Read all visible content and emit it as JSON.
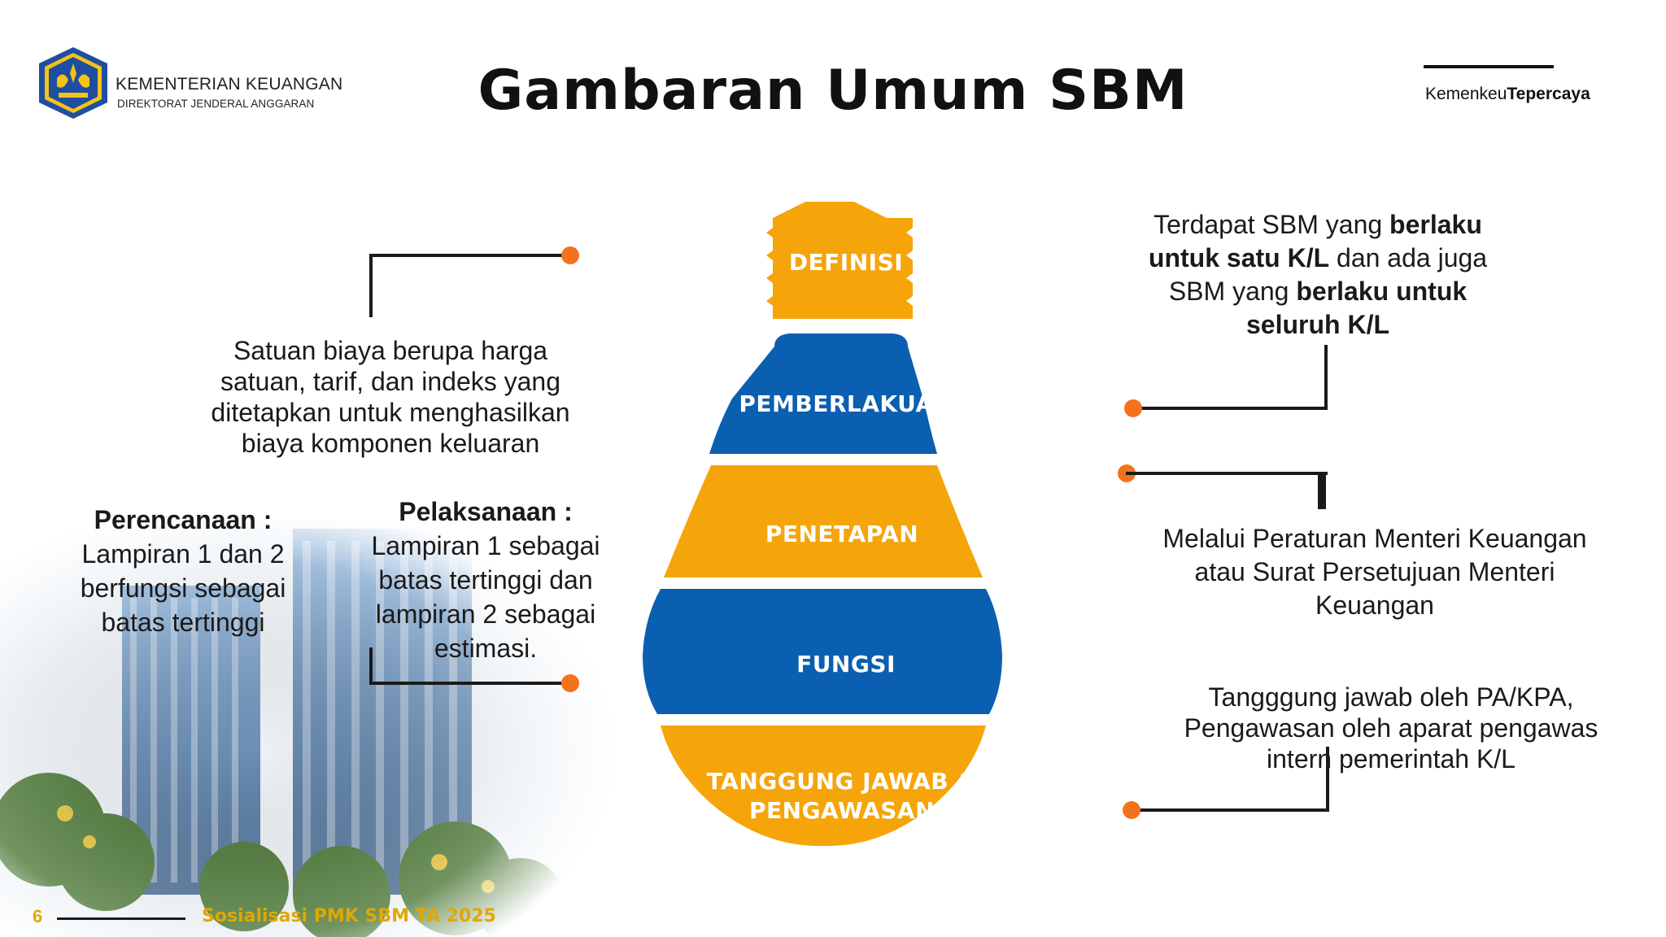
{
  "header": {
    "org_name": "KEMENTERIAN KEUANGAN",
    "org_sub": "DIREKTORAT JENDERAL ANGGARAN",
    "title": "Gambaran Umum SBM",
    "tagline_prefix": "Kemenkeu",
    "tagline_bold": "Tepercaya"
  },
  "colors": {
    "orange": "#f5a50a",
    "blue": "#0a5fb0",
    "dot": "#f4721c"
  },
  "bulb": {
    "segments": [
      {
        "label": "DEFINISI",
        "color": "orange"
      },
      {
        "label": "PEMBERLAKUAN",
        "color": "blue"
      },
      {
        "label": "PENETAPAN",
        "color": "orange"
      },
      {
        "label": "FUNGSI",
        "color": "blue"
      },
      {
        "label_line1": "TANGGUNG JAWAB &",
        "label_line2": "PENGAWASAN",
        "color": "orange"
      }
    ]
  },
  "definisi_text": {
    "line1": "Satuan biaya berupa harga",
    "line2": "satuan, tarif, dan indeks yang",
    "line3": "ditetapkan untuk menghasilkan",
    "line4": "biaya komponen keluaran"
  },
  "fungsi": {
    "perencanaan": {
      "heading": "Perencanaan :",
      "line1": "Lampiran 1 dan 2",
      "line2": "berfungsi sebagai",
      "line3": "batas tertinggi"
    },
    "pelaksanaan": {
      "heading": "Pelaksanaan :",
      "line1": "Lampiran 1 sebagai",
      "line2": "batas tertinggi dan",
      "line3": "lampiran 2 sebagai",
      "line4": "estimasi."
    }
  },
  "pemberlakuan_text": {
    "l1a": "Terdapat SBM yang ",
    "l1b": "berlaku",
    "l2a": "untuk satu K/L",
    "l2b": " dan ada juga",
    "l3a": "SBM yang ",
    "l3b": "berlaku untuk",
    "l4": "seluruh K/L"
  },
  "penetapan_text": {
    "line1": "Melalui Peraturan Menteri Keuangan",
    "line2": "atau Surat Persetujuan Menteri",
    "line3": "Keuangan"
  },
  "tanggung_text": {
    "line1": "Tangggung jawab oleh PA/KPA,",
    "line2": "Pengawasan oleh aparat pengawas",
    "line3": "intern pemerintah K/L"
  },
  "footer": {
    "page_number": "6",
    "text": "Sosialisasi PMK SBM TA 2025"
  }
}
